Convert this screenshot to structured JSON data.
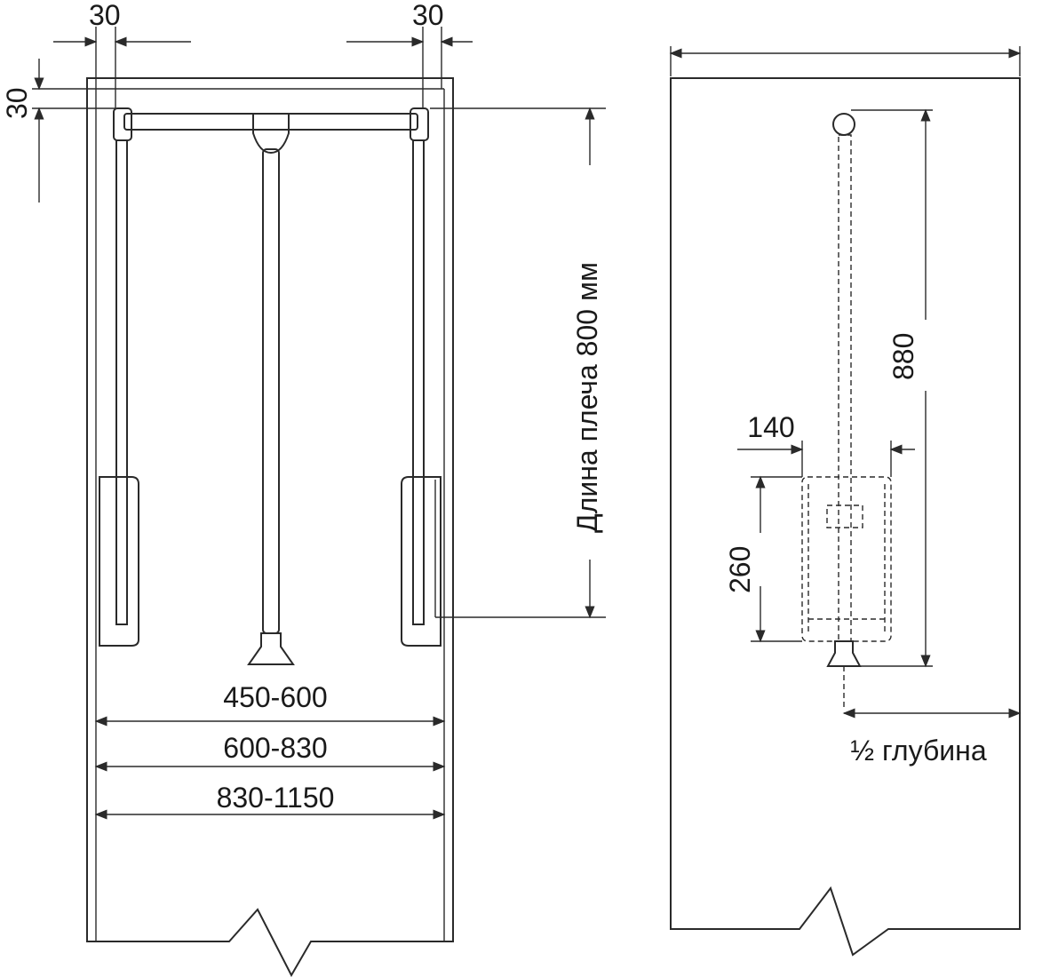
{
  "front_view": {
    "dim_left_offset": "30",
    "dim_right_offset": "30",
    "dim_top_offset": "30",
    "shoulder_length_label": "Длина плеча 800 мм",
    "width_ranges": [
      "450-600",
      "600-830",
      "830-1150"
    ]
  },
  "side_view": {
    "dim_height": "880",
    "dim_basket_width": "140",
    "dim_basket_height": "260",
    "depth_label": "½ глубина"
  },
  "colors": {
    "line": "#2a2a2a",
    "text": "#1a1a1a",
    "background": "#ffffff"
  }
}
